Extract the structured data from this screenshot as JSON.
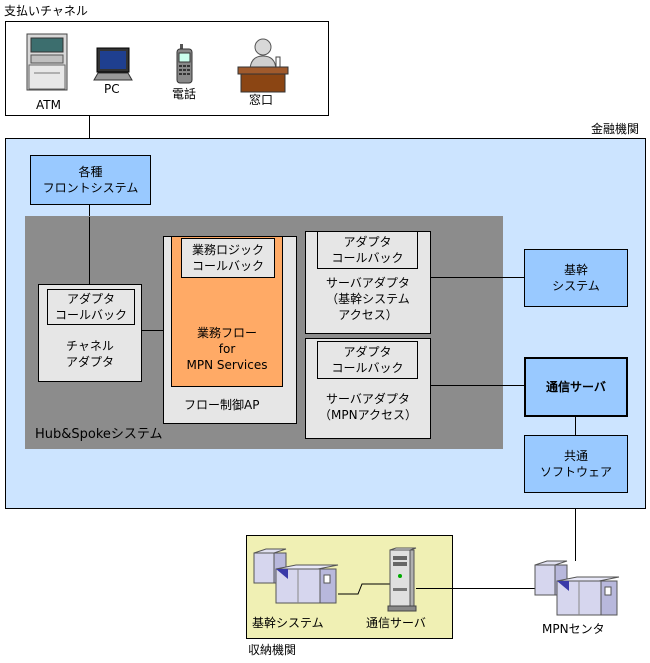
{
  "payment_channels": {
    "title": "支払いチャネル",
    "atm": "ATM",
    "pc": "PC",
    "phone": "電話",
    "counter": "窓口"
  },
  "financial_institution": {
    "label": "金融機関",
    "front_system": [
      "各種",
      "フロントシステム"
    ],
    "hub_spoke_label": "Hub&Spokeシステム",
    "channel_adapter": {
      "callback": [
        "アダプタ",
        "コールバック"
      ],
      "label": [
        "チャネル",
        "アダプタ"
      ]
    },
    "flow_control": {
      "logic_callback": [
        "業務ロジック",
        "コールバック"
      ],
      "flow": [
        "業務フロー",
        "for",
        "MPN Services"
      ],
      "label": "フロー制御AP"
    },
    "server_adapter_core": {
      "callback": [
        "アダプタ",
        "コールバック"
      ],
      "label": [
        "サーバアダプタ",
        "（基幹システム",
        "アクセス）"
      ]
    },
    "server_adapter_mpn": {
      "callback": [
        "アダプタ",
        "コールバック"
      ],
      "label": [
        "サーバアダプタ",
        "（MPNアクセス）"
      ]
    },
    "core_system": [
      "基幹",
      "システム"
    ],
    "comm_server": "通信サーバ",
    "common_software": [
      "共通",
      "ソフトウェア"
    ]
  },
  "collecting_institution": {
    "label": "収納機関",
    "core_system": "基幹システム",
    "comm_server": "通信サーバ"
  },
  "mpn_center": "MPNセンタ",
  "colors": {
    "institution_bg": "#cce4ff",
    "hub_bg": "#8c8c8c",
    "blue_box": "#99c9ff",
    "gray_box": "#e6e6e6",
    "orange": "#ffaa66",
    "collecting_bg": "#f0f0b4"
  }
}
